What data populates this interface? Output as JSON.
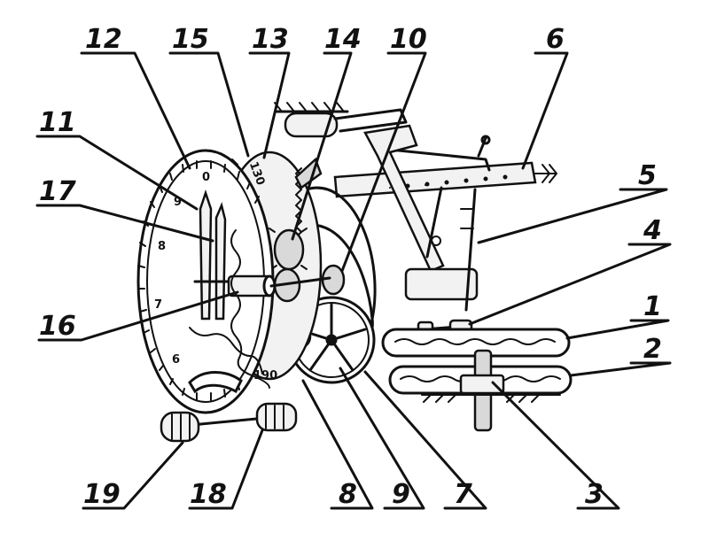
{
  "diagram": {
    "callouts": [
      {
        "id": "1",
        "label": "1"
      },
      {
        "id": "2",
        "label": "2"
      },
      {
        "id": "3",
        "label": "3"
      },
      {
        "id": "4",
        "label": "4"
      },
      {
        "id": "5",
        "label": "5"
      },
      {
        "id": "6",
        "label": "6"
      },
      {
        "id": "7",
        "label": "7"
      },
      {
        "id": "8",
        "label": "8"
      },
      {
        "id": "9",
        "label": "9"
      },
      {
        "id": "10",
        "label": "10"
      },
      {
        "id": "11",
        "label": "11"
      },
      {
        "id": "12",
        "label": "12"
      },
      {
        "id": "13",
        "label": "13"
      },
      {
        "id": "14",
        "label": "14"
      },
      {
        "id": "15",
        "label": "15"
      },
      {
        "id": "16",
        "label": "16"
      },
      {
        "id": "17",
        "label": "17"
      },
      {
        "id": "18",
        "label": "18"
      },
      {
        "id": "19",
        "label": "19"
      }
    ],
    "dial_marks": {
      "zero": "0",
      "nine": "9",
      "eight": "8",
      "seven": "7",
      "six": "6",
      "hundred_ninety": "190",
      "one_hundred_thirty": "130"
    },
    "colors": {
      "ink": "#111111",
      "paper": "#ffffff",
      "shade": "#d9d9d9"
    }
  }
}
